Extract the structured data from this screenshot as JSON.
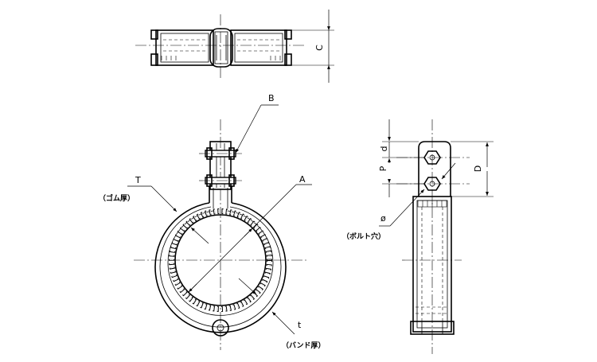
{
  "labels": {
    "A": "A",
    "B": "B",
    "C": "C",
    "D": "D",
    "P": "P",
    "d": "d",
    "T": "T",
    "t": "t",
    "phi": "ø",
    "rubber_thickness": "（ゴム厚）",
    "band_thickness": "（バンド厚）",
    "bolt_hole": "（ボルト穴）"
  }
}
